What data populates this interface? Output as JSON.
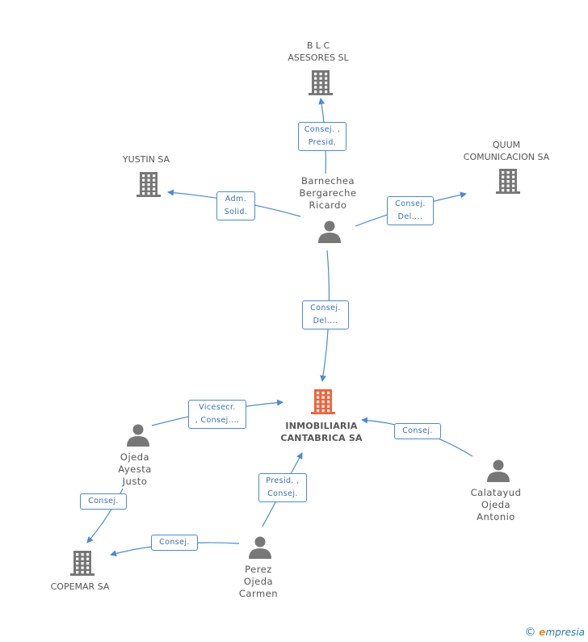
{
  "nodes": {
    "blc": {
      "line1": "B L C",
      "line2": "ASESORES SL"
    },
    "yustin": {
      "line1": "YUSTIN SA"
    },
    "quum": {
      "line1": "QUUM",
      "line2": "COMUNICACION SA"
    },
    "barnechea": {
      "line1": "Barnechea",
      "line2": "Bergareche",
      "line3": "Ricardo"
    },
    "center": {
      "line1": "INMOBILIARIA",
      "line2": "CANTABRICA SA"
    },
    "ojeda": {
      "line1": "Ojeda",
      "line2": "Ayesta",
      "line3": "Justo"
    },
    "calatayud": {
      "line1": "Calatayud",
      "line2": "Ojeda",
      "line3": "Antonio"
    },
    "copemar": {
      "line1": "COPEMAR SA"
    },
    "perez": {
      "line1": "Perez",
      "line2": "Ojeda",
      "line3": "Carmen"
    }
  },
  "edges": {
    "e1": {
      "line1": "Consej. ,",
      "line2": "Presid."
    },
    "e2": {
      "line1": "Adm.",
      "line2": "Solid."
    },
    "e3": {
      "line1": "Consej.",
      "line2": "Del...."
    },
    "e4": {
      "line1": "Consej.",
      "line2": "Del...."
    },
    "e5": {
      "line1": "Vicesecr.",
      "line2": ", Consej...."
    },
    "e6": {
      "line1": "Consej."
    },
    "e7": {
      "line1": "Consej."
    },
    "e8": {
      "line1": "Presid. ,",
      "line2": "Consej."
    },
    "e9": {
      "line1": "Consej."
    }
  },
  "colors": {
    "edge": "#4a8ad6",
    "company": "#777777",
    "center": "#f0643c",
    "person": "#777777"
  },
  "brand": {
    "copyright": "©",
    "e": "e",
    "rest": "mpresia"
  }
}
